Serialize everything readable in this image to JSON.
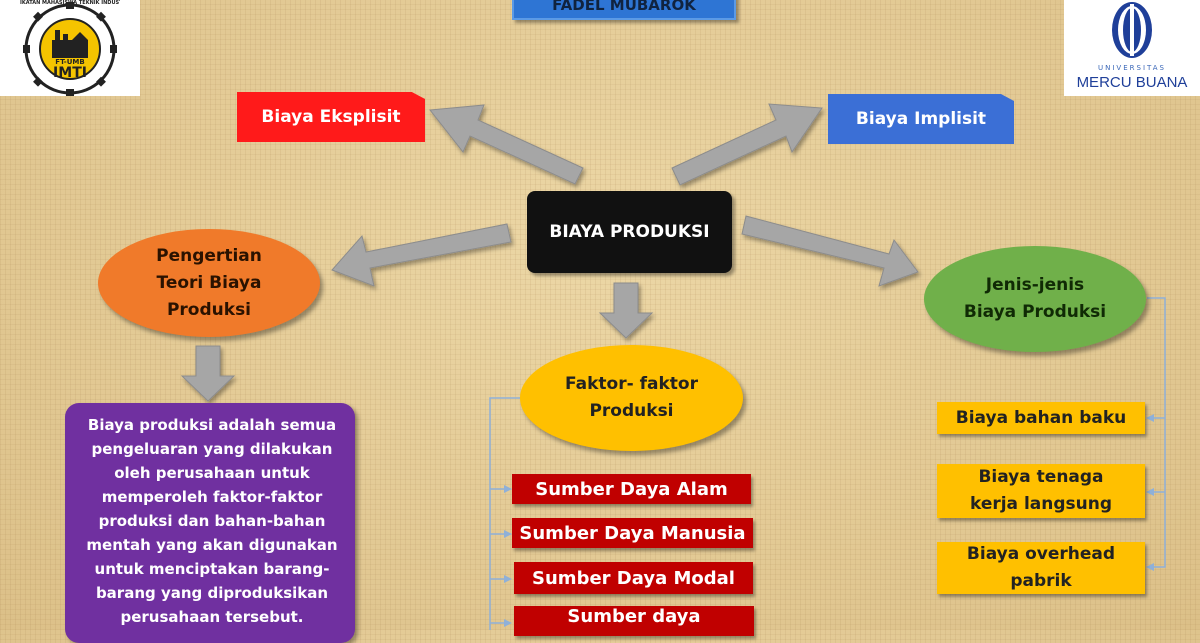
{
  "header": {
    "author_name": "FADEL MUBAROK"
  },
  "logos": {
    "left": {
      "ring_text": "IKATAN MAHASISWA TEKNIK INDUSTRI",
      "faculty": "FT-UMB",
      "name": "IMTI"
    },
    "right": {
      "small_text": "UNIVERSITAS",
      "name": "MERCU BUANA"
    }
  },
  "diagram": {
    "center": "BIAYA PRODUKSI",
    "explicit": "Biaya Eksplisit",
    "implicit": "Biaya Implisit",
    "definition_title": [
      "Pengertian",
      "Teori Biaya",
      "Produksi"
    ],
    "definition_text": "Biaya produksi adalah semua pengeluaran yang dilakukan oleh perusahaan untuk memperoleh faktor-faktor produksi dan bahan-bahan mentah yang akan digunakan untuk menciptakan barang-barang yang diproduksikan perusahaan tersebut.",
    "factors_title": [
      "Faktor- faktor",
      "Produksi"
    ],
    "factors": [
      "Sumber Daya Alam",
      "Sumber Daya Manusia",
      "Sumber Daya Modal",
      "Sumber daya"
    ],
    "types_title": [
      "Jenis-jenis",
      "Biaya Produksi"
    ],
    "types": [
      "Biaya bahan baku",
      "Biaya tenaga kerja langsung",
      "Biaya overhead pabrik"
    ]
  },
  "colors": {
    "background": "#e6cf9a",
    "center_box": "#111111",
    "explicit": "#ff1a1a",
    "implicit": "#3b6fd6",
    "definition_ellipse": "#f07a2a",
    "definition_box": "#7030a0",
    "factors_ellipse": "#ffc000",
    "factor_item": "#c00000",
    "types_ellipse": "#70b04a",
    "type_item": "#ffc000",
    "arrow": "#a6a6a6",
    "connector": "#8fb0d8"
  },
  "icons": [
    "gear-logo-icon",
    "arrow-icon",
    "university-mark-icon"
  ]
}
